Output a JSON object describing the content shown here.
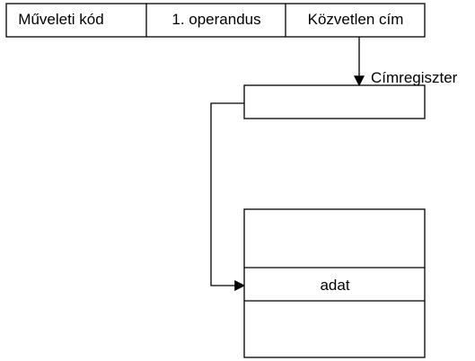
{
  "instruction": {
    "fields": [
      {
        "label": "Műveleti kód"
      },
      {
        "label": "1. operandus"
      },
      {
        "label": "Közvetlen cím"
      }
    ]
  },
  "register": {
    "label": "Címregiszter"
  },
  "memory": {
    "cells": [
      {
        "label": ""
      },
      {
        "label": "adat"
      },
      {
        "label": ""
      }
    ]
  },
  "colors": {
    "stroke": "#000000",
    "background": "#ffffff"
  }
}
